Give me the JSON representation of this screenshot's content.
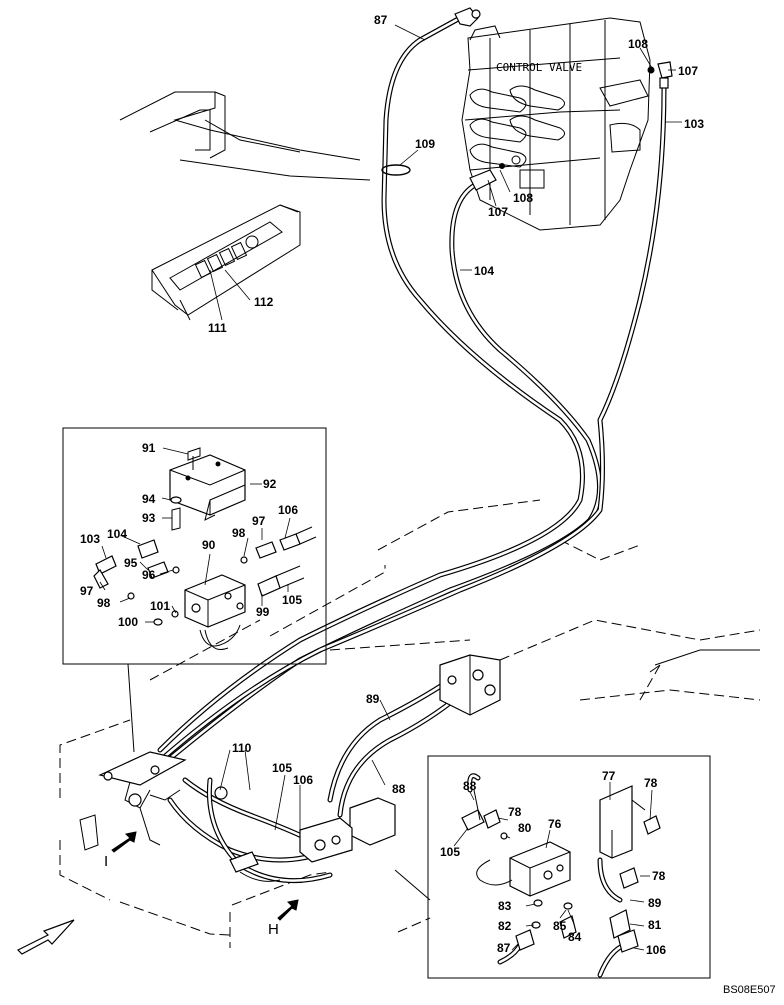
{
  "diagram": {
    "control_valve_label": "CONTROL VALVE",
    "drawing_code": "BS08E507",
    "view_labels": {
      "i": "I",
      "h": "H"
    },
    "callouts_main": {
      "c87": "87",
      "c108a": "108",
      "c107a": "107",
      "c103": "103",
      "c109": "109",
      "c108b": "108",
      "c107b": "107",
      "c104": "104",
      "c112": "112",
      "c111": "111",
      "c89": "89",
      "c110": "110",
      "c105": "105",
      "c106": "106",
      "c88": "88"
    },
    "callouts_inset_left": {
      "c91": "91",
      "c92": "92",
      "c94": "94",
      "c93": "93",
      "c106": "106",
      "c98a": "98",
      "c97a": "97",
      "c103": "103",
      "c104": "104",
      "c90": "90",
      "c95": "95",
      "c96": "96",
      "c97b": "97",
      "c98b": "98",
      "c99": "99",
      "c105": "105",
      "c101": "101",
      "c100": "100"
    },
    "callouts_inset_right": {
      "c88": "88",
      "c77": "77",
      "c78a": "78",
      "c78b": "78",
      "c80": "80",
      "c76": "76",
      "c105": "105",
      "c78c": "78",
      "c89": "89",
      "c83": "83",
      "c85": "85",
      "c81": "81",
      "c82": "82",
      "c84": "84",
      "c87": "87",
      "c106": "106"
    }
  }
}
